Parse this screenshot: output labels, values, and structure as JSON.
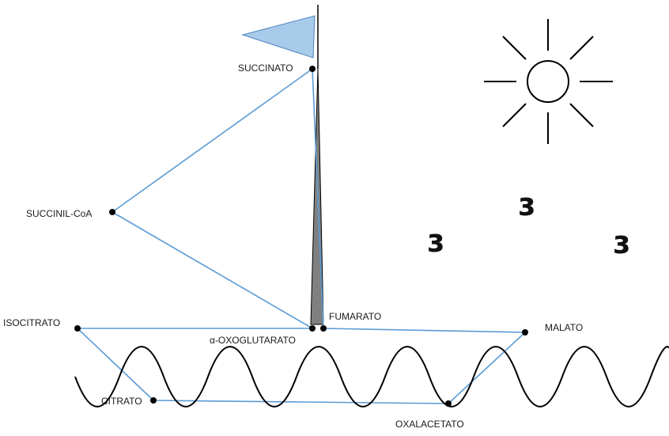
{
  "diagram": {
    "title": "",
    "colors": {
      "edge": "#5b9bd5",
      "node": "#000000",
      "flag": "#a9cbea",
      "flag_stroke": "#4f86c0",
      "mast": "#808080",
      "wave": "#000000",
      "sun": "#000000"
    },
    "nodes": {
      "succinato": "SUCCINATO",
      "succinil_coa": "SUCCINIL-CoA",
      "isocitrato": "ISOCITRATO",
      "oxoglutarato": "α-OXOGLUTARATO",
      "fumarato": "FUMARATO",
      "malato": "MALATO",
      "citrato": "CITRATO",
      "oxalacetato": "OXALACETATO"
    },
    "edges": [
      [
        "succinato",
        "succinil_coa"
      ],
      [
        "succinil_coa",
        "oxoglutarato"
      ],
      [
        "oxoglutarato",
        "isocitrato"
      ],
      [
        "isocitrato",
        "citrato"
      ],
      [
        "citrato",
        "oxalacetato"
      ],
      [
        "oxalacetato",
        "malato"
      ],
      [
        "malato",
        "fumarato"
      ],
      [
        "fumarato",
        "succinato"
      ]
    ],
    "decorations": {
      "birds": [
        "ɜ",
        "ɜ",
        "ɜ"
      ],
      "icons": [
        "flag-icon",
        "sun-icon",
        "bird-icon",
        "wave-icon",
        "mast-icon"
      ]
    }
  }
}
